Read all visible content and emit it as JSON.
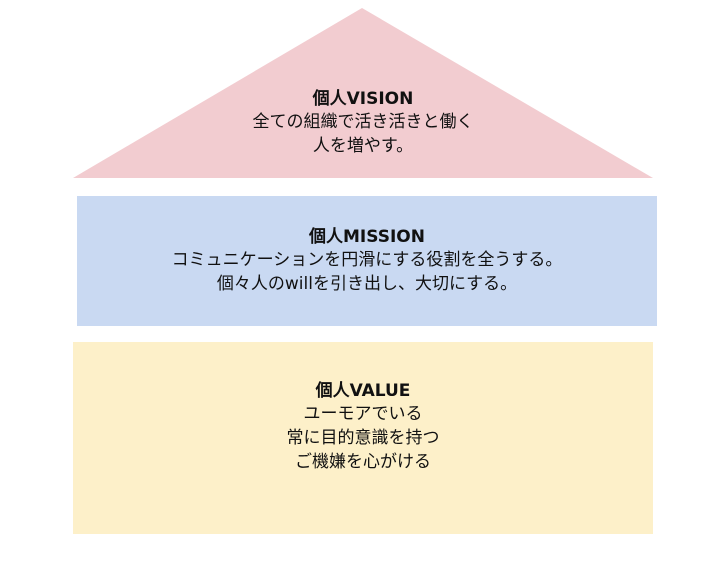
{
  "colors": {
    "vision_fill": "#f2ccd0",
    "mission_fill": "#c9d9f2",
    "value_fill": "#fdf0c9"
  },
  "vision": {
    "title": "個人VISION",
    "lines": [
      "全ての組織で活き活きと働く",
      "人を増やす。"
    ]
  },
  "mission": {
    "title": "個人MISSION",
    "lines": [
      "コミュニケーションを円滑にする役割を全うする。",
      "個々人のwillを引き出し、大切にする。"
    ]
  },
  "value": {
    "title": "個人VALUE",
    "lines": [
      "ユーモアでいる",
      "常に目的意識を持つ",
      "ご機嫌を心がける"
    ]
  }
}
